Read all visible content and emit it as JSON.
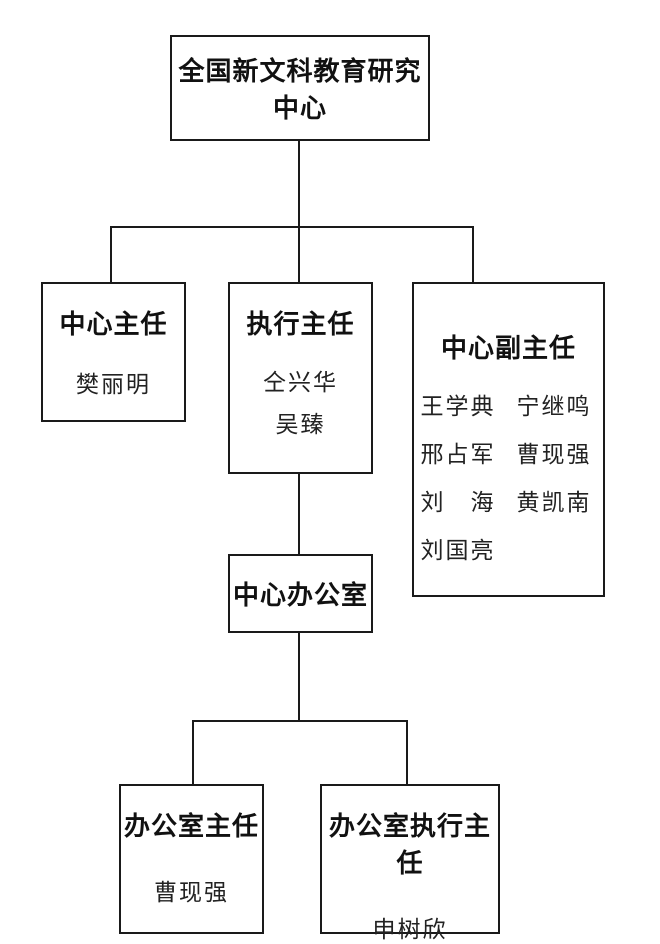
{
  "root": {
    "title": "全国新文科教育研究中心"
  },
  "director": {
    "title": "中心主任",
    "names": [
      "樊丽明"
    ]
  },
  "executive_director": {
    "title": "执行主任",
    "names": [
      "仝兴华",
      "吴臻"
    ]
  },
  "deputy_directors": {
    "title": "中心副主任",
    "names": [
      "王学典",
      "宁继鸣",
      "邢占军",
      "曹现强",
      "刘　海",
      "黄凯南",
      "刘国亮"
    ]
  },
  "office": {
    "title": "中心办公室"
  },
  "office_director": {
    "title": "办公室主任",
    "names": [
      "曹现强"
    ]
  },
  "office_executive_director": {
    "title": "办公室执行主任",
    "names": [
      "申树欣"
    ]
  },
  "colors": {
    "line": "#1a1a1a",
    "background": "#ffffff",
    "text": "#111111"
  }
}
